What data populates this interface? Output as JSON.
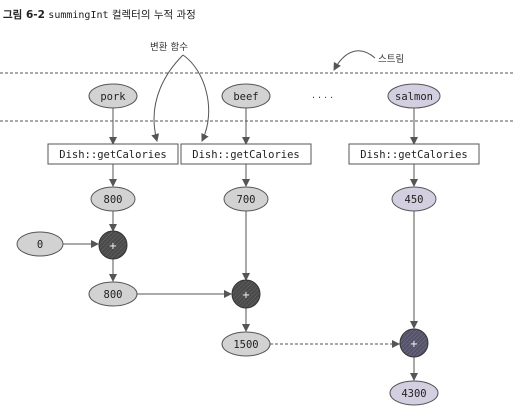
{
  "caption": {
    "figure_number": "그림 6-2",
    "prefix_code": "summingInt",
    "suffix": " 컬렉터의 누적 과정"
  },
  "labels": {
    "transform_function": "변환 함수",
    "stream": "스트림",
    "ellipsis": "· · · ·"
  },
  "columns": [
    {
      "dish": "pork",
      "method": "Dish::getCalories",
      "calories": "800"
    },
    {
      "dish": "beef",
      "method": "Dish::getCalories",
      "calories": "700"
    },
    {
      "dish": "salmon",
      "method": "Dish::getCalories",
      "calories": "450"
    }
  ],
  "accumulator": {
    "initial": "0",
    "plus_symbol": "+",
    "step1_result": "800",
    "step2_result": "1500",
    "final_result": "4300"
  },
  "colors": {
    "light_oval": "#d2d2d2",
    "salmon_oval": "#d3cfe0",
    "plus_dark": "#4a4a4a",
    "plus_purple": "#5a5870",
    "line": "#555555"
  }
}
